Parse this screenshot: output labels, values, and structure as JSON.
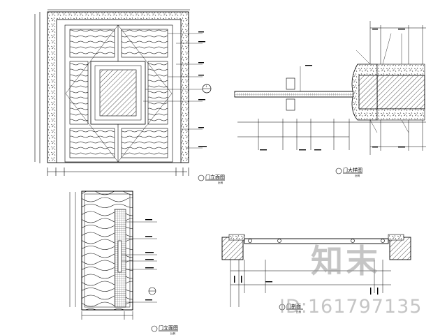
{
  "watermark": {
    "logo_text": "知末",
    "id_text": "ID:161797135"
  },
  "drawing": {
    "door_elevation": {
      "section_mark": "1",
      "title": "门立面图",
      "scale": "比例"
    },
    "section_plan": {
      "title": "门大样图",
      "scale": "比例"
    },
    "leaf_elevation": {
      "title": "门立面图",
      "scale": "比例"
    },
    "plan_section": {
      "title": "门剖面",
      "scale": "比例"
    }
  }
}
